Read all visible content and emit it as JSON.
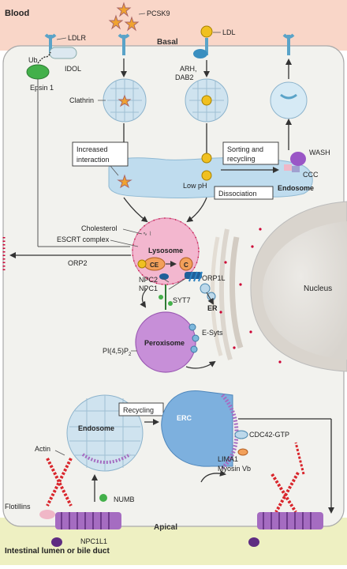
{
  "regions": {
    "blood": "Blood",
    "basal": "Basal",
    "apical": "Apical",
    "lumen": "Intestinal lumen or bile duct",
    "nucleus": "Nucleus",
    "er": "ER"
  },
  "top_labels": {
    "pcsk9": "PCSK9",
    "ldlr": "LDLR",
    "ldl": "LDL",
    "ub": "Ub",
    "idol": "IDOL",
    "epsin": "Epsin 1",
    "arh": "ARH,",
    "dab2": "DAB2",
    "clathrin": "Clathrin",
    "increased": "Increased",
    "interaction": "interaction",
    "sorting": "Sorting and",
    "recycling": "recycling",
    "wash": "WASH",
    "ccc": "CCC",
    "low_ph": "Low pH",
    "dissociation": "Dissociation",
    "endosome": "Endosome"
  },
  "mid_labels": {
    "cholesterol": "Cholesterol",
    "escrt": "ESCRT complex",
    "orp2": "ORP2",
    "lysosome": "Lysosome",
    "ce": "CE",
    "c": "C",
    "npc2": "NPC2",
    "npc1": "NPC1",
    "orp1l": "ORP1L",
    "syt7": "SYT7",
    "peroxisome": "Peroxisome",
    "esyts": "E-Syts",
    "pi45p2": "PI(4,5)P",
    "pi_sub": "2"
  },
  "bottom_labels": {
    "endosome": "Endosome",
    "recycling": "Recycling",
    "erc": "ERC",
    "actin": "Actin",
    "cdc42": "CDC42-GTP",
    "lima1": "LIMA1",
    "myosin": "Myosin Vb",
    "numb": "NUMB",
    "flotillins": "Flotillins",
    "npc1l1": "NPC1L1"
  },
  "colors": {
    "blood_band": "#f9d6c8",
    "cell": "#f2f2ee",
    "apical_band": "#eef0c2",
    "receptor": "#5aa3c8",
    "ldl": "#f0c020",
    "lysosome": "#f3b7cf",
    "peroxisome": "#c78fd8",
    "endosome": "#bfdcee",
    "npc1l1": "#a56cc1",
    "actin": "#d9262c",
    "er": "#e3ddd4"
  }
}
